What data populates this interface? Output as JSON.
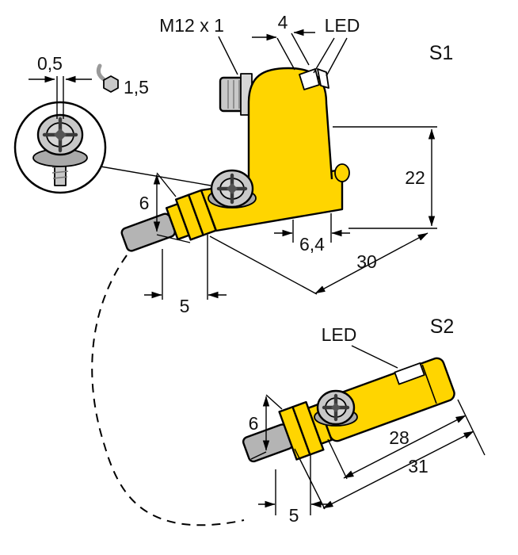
{
  "colors": {
    "body": "#FFD500",
    "metal": "#C8C8C8",
    "metal_light": "#D6D6D6",
    "metal_dark": "#A9A9A9",
    "cable": "#B4B4B4",
    "led_window": "#FFFFFF",
    "line": "#000000",
    "background": "#FFFFFF"
  },
  "annotations": {
    "thread_size": "M12 x 1",
    "led_width": "4",
    "led_s1": "LED",
    "sensor_s1": "S1",
    "slot_width": "0,5",
    "hex_size": "1,5",
    "body_height": "22",
    "barrel_diameter_s1": "6",
    "edge_offset": "6,4",
    "body_length_s1": "30",
    "tip_length_s1": "5",
    "led_s2": "LED",
    "sensor_s2": "S2",
    "barrel_diameter_s2": "6",
    "body_length_s2": "28",
    "total_length_s2": "31",
    "tip_length_s2": "5"
  }
}
